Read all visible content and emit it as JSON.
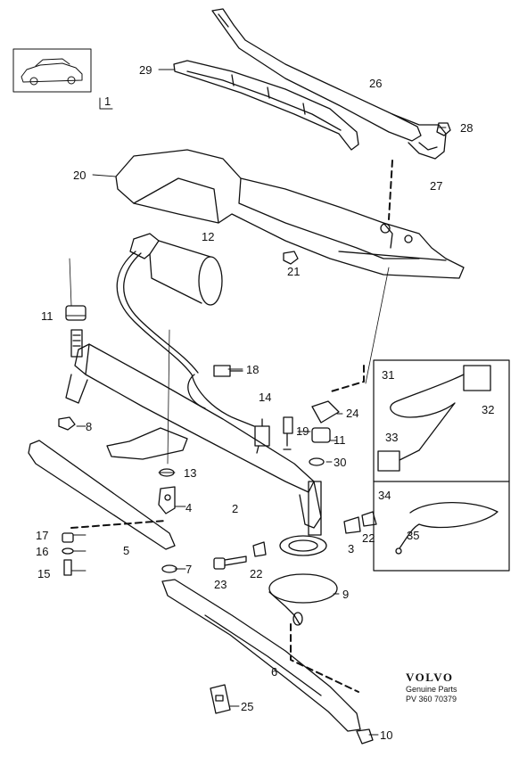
{
  "diagram": {
    "callouts": [
      "1",
      "2",
      "3",
      "4",
      "5",
      "6",
      "7",
      "8",
      "9",
      "10",
      "11",
      "11",
      "12",
      "13",
      "14",
      "15",
      "16",
      "17",
      "18",
      "19",
      "20",
      "21",
      "22",
      "22",
      "23",
      "24",
      "25",
      "26",
      "27",
      "28",
      "29",
      "30",
      "31",
      "32",
      "33",
      "34",
      "35"
    ]
  },
  "brand": {
    "logo": "VOLVO",
    "caption": "Genuine Parts",
    "code": "PV 360 70379"
  }
}
